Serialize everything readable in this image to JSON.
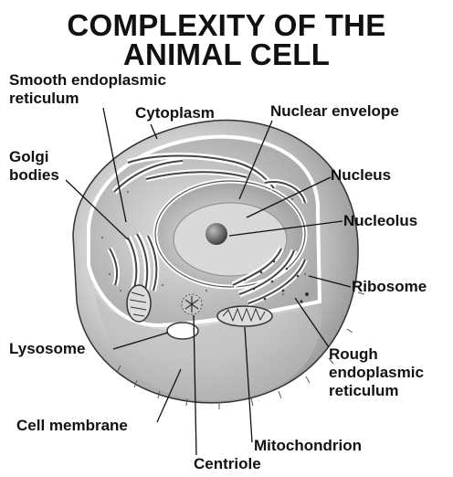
{
  "title_line1": "COMPLEXITY OF THE",
  "title_line2": "ANIMAL CELL",
  "labels": {
    "smooth_er_line1": "Smooth endoplasmic",
    "smooth_er_line2": "reticulum",
    "cytoplasm": "Cytoplasm",
    "nuclear_envelope": "Nuclear envelope",
    "golgi_line1": "Golgi",
    "golgi_line2": "bodies",
    "nucleus": "Nucleus",
    "nucleolus": "Nucleolus",
    "ribosome": "Ribosome",
    "lysosome": "Lysosome",
    "rough_er_line1": "Rough",
    "rough_er_line2": "endoplasmic",
    "rough_er_line3": "reticulum",
    "cell_membrane": "Cell membrane",
    "mitochondrion": "Mitochondrion",
    "centriole": "Centriole"
  }
}
